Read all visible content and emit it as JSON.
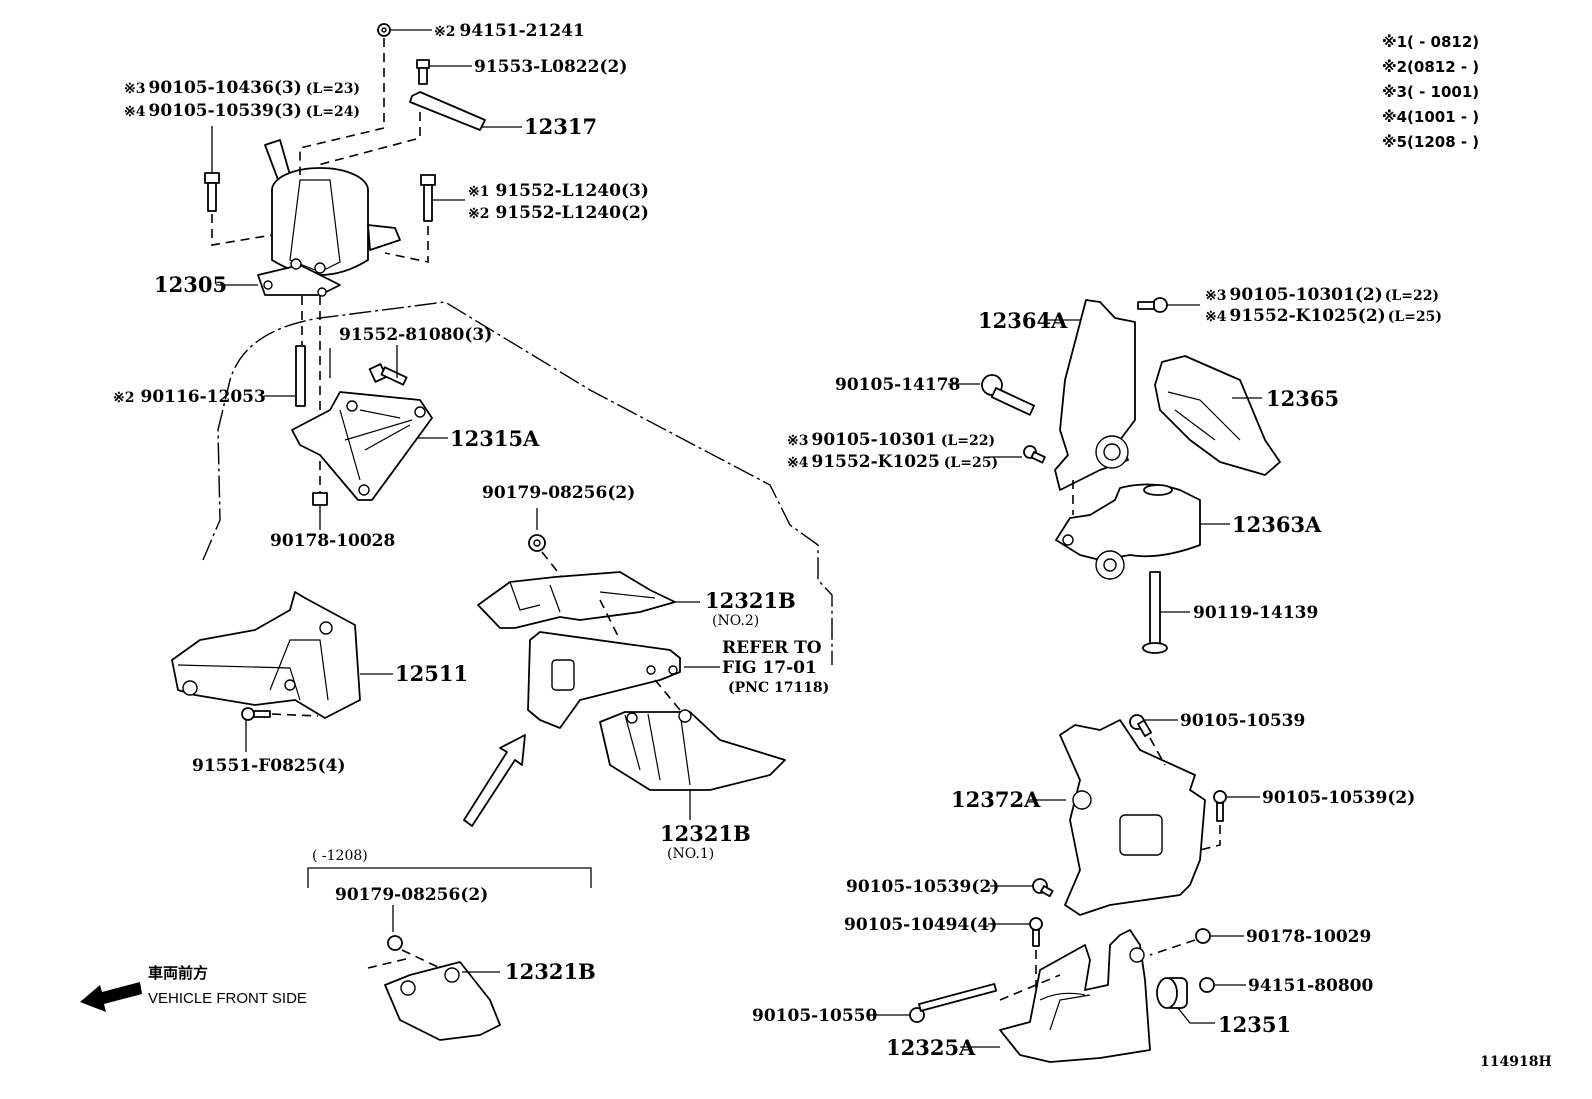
{
  "diagram": {
    "title_code": "114918H",
    "direction": {
      "jp": "車両前方",
      "en": "VEHICLE FRONT SIDE",
      "icon": "arrow-left-icon"
    },
    "legend": [
      {
        "mark": "※1",
        "range": "(       - 0812)"
      },
      {
        "mark": "※2",
        "range": "(0812 -       )"
      },
      {
        "mark": "※3",
        "range": "(       - 1001)"
      },
      {
        "mark": "※4",
        "range": "(1001 -       )"
      },
      {
        "mark": "※5",
        "range": "(1208 -       )"
      }
    ],
    "labels": {
      "p94151_21241": {
        "mark": "※2",
        "part": "94151-21241"
      },
      "p91553_L0822": {
        "part": "91553-L0822(2)"
      },
      "p90105_10436": {
        "mark": "※3",
        "part": "90105-10436(3)",
        "note": "(L=23)"
      },
      "p90105_10539_l24": {
        "mark": "※4",
        "part": "90105-10539(3)",
        "note": "(L=24)"
      },
      "p12317": {
        "part": "12317"
      },
      "p91552_L1240_a": {
        "mark": "※1",
        "part": "91552-L1240(3)"
      },
      "p91552_L1240_b": {
        "mark": "※2",
        "part": "91552-L1240(2)"
      },
      "p12305": {
        "part": "12305"
      },
      "p91552_81080": {
        "part": "91552-81080(3)"
      },
      "p90116_12053": {
        "mark": "※2",
        "part": "90116-12053"
      },
      "p12315A": {
        "part": "12315A"
      },
      "p90178_10028": {
        "part": "90178-10028"
      },
      "p90179_08256_a": {
        "part": "90179-08256(2)"
      },
      "p12321B_no2": {
        "part": "12321B",
        "sub": "(NO.2)"
      },
      "refer": {
        "line1": "REFER TO",
        "line2": "FIG 17-01",
        "line3": "(PNC 17118)"
      },
      "p12511": {
        "part": "12511"
      },
      "p91551_F0825": {
        "part": "91551-F0825(4)"
      },
      "p12321B_no1": {
        "part": "12321B",
        "sub": "(NO.1)"
      },
      "bracket_range": {
        "text": "(       -1208)"
      },
      "p90179_08256_b": {
        "part": "90179-08256(2)"
      },
      "p12321B_c": {
        "part": "12321B"
      },
      "p12364A": {
        "part": "12364A"
      },
      "p90105_10301_2": {
        "mark": "※3",
        "part": "90105-10301(2)",
        "note": "(L=22)"
      },
      "p91552_K1025_2": {
        "mark": "※4",
        "part": "91552-K1025(2)",
        "note": "(L=25)"
      },
      "p90105_14178": {
        "part": "90105-14178"
      },
      "p12365": {
        "part": "12365"
      },
      "p90105_10301": {
        "mark": "※3",
        "part": "90105-10301",
        "note": "(L=22)"
      },
      "p91552_K1025": {
        "mark": "※4",
        "part": "91552-K1025",
        "note": "(L=25)"
      },
      "p12363A": {
        "part": "12363A"
      },
      "p90119_14139": {
        "part": "90119-14139"
      },
      "p90105_10539_top": {
        "part": "90105-10539"
      },
      "p12372A": {
        "part": "12372A"
      },
      "p90105_10539_r": {
        "part": "90105-10539(2)"
      },
      "p90105_10539_l": {
        "part": "90105-10539(2)"
      },
      "p90105_10494": {
        "part": "90105-10494(4)"
      },
      "p90178_10029": {
        "part": "90178-10029"
      },
      "p94151_80800": {
        "part": "94151-80800"
      },
      "p90105_10550": {
        "part": "90105-10550"
      },
      "p12351": {
        "part": "12351"
      },
      "p12325A": {
        "part": "12325A"
      }
    }
  }
}
